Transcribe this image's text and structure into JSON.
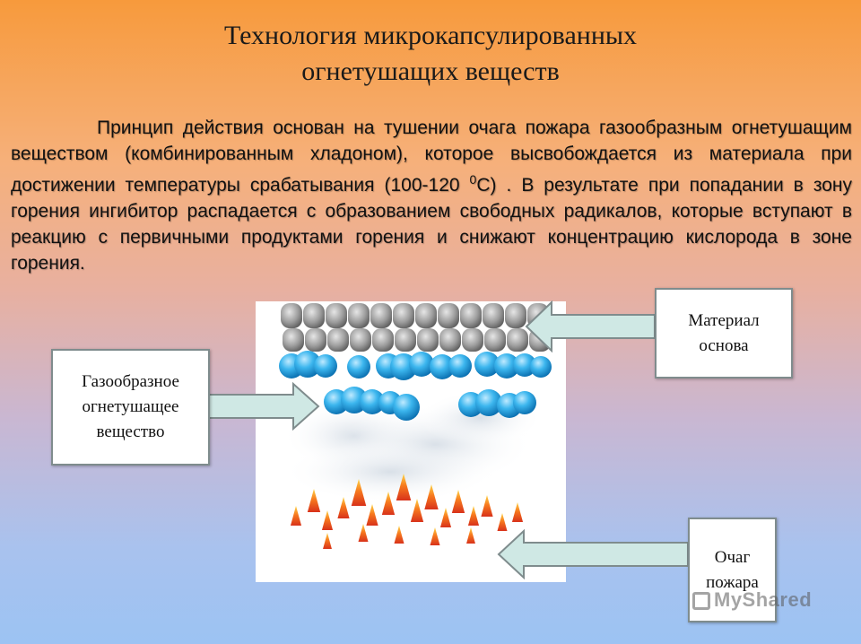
{
  "slide": {
    "title_line1": "Технология микрокапсулированных",
    "title_line2": "огнетушащих веществ",
    "paragraph_before_sup": "Принцип действия основан на тушении очага пожара газообразным огнетушащим веществом (комбинированным хладоном), которое высвобождается из материала при достижении температуры срабатывания (100-120 ",
    "degree_sup": "0",
    "degree_unit": "С",
    "paragraph_after_sup": ") . В результате при попадании в зону горения ингибитор распадается с образованием свободных радикалов, которые вступают в реакцию с первичными продуктами горения и снижают концентрацию кислорода в зоне горения."
  },
  "callouts": {
    "material": "Материал\nоснова",
    "gas": "Газообразное\nогнетушащее\nвещество",
    "fire": "Очаг\nпожара"
  },
  "watermark": "MyShared",
  "colors": {
    "arrow_fill": "#cfe8e4",
    "arrow_stroke": "#7f8c8d",
    "capsule_blue": "#29a9e6",
    "material_grey": "#9a9a9a",
    "flame_orange": "#f46a1a"
  }
}
